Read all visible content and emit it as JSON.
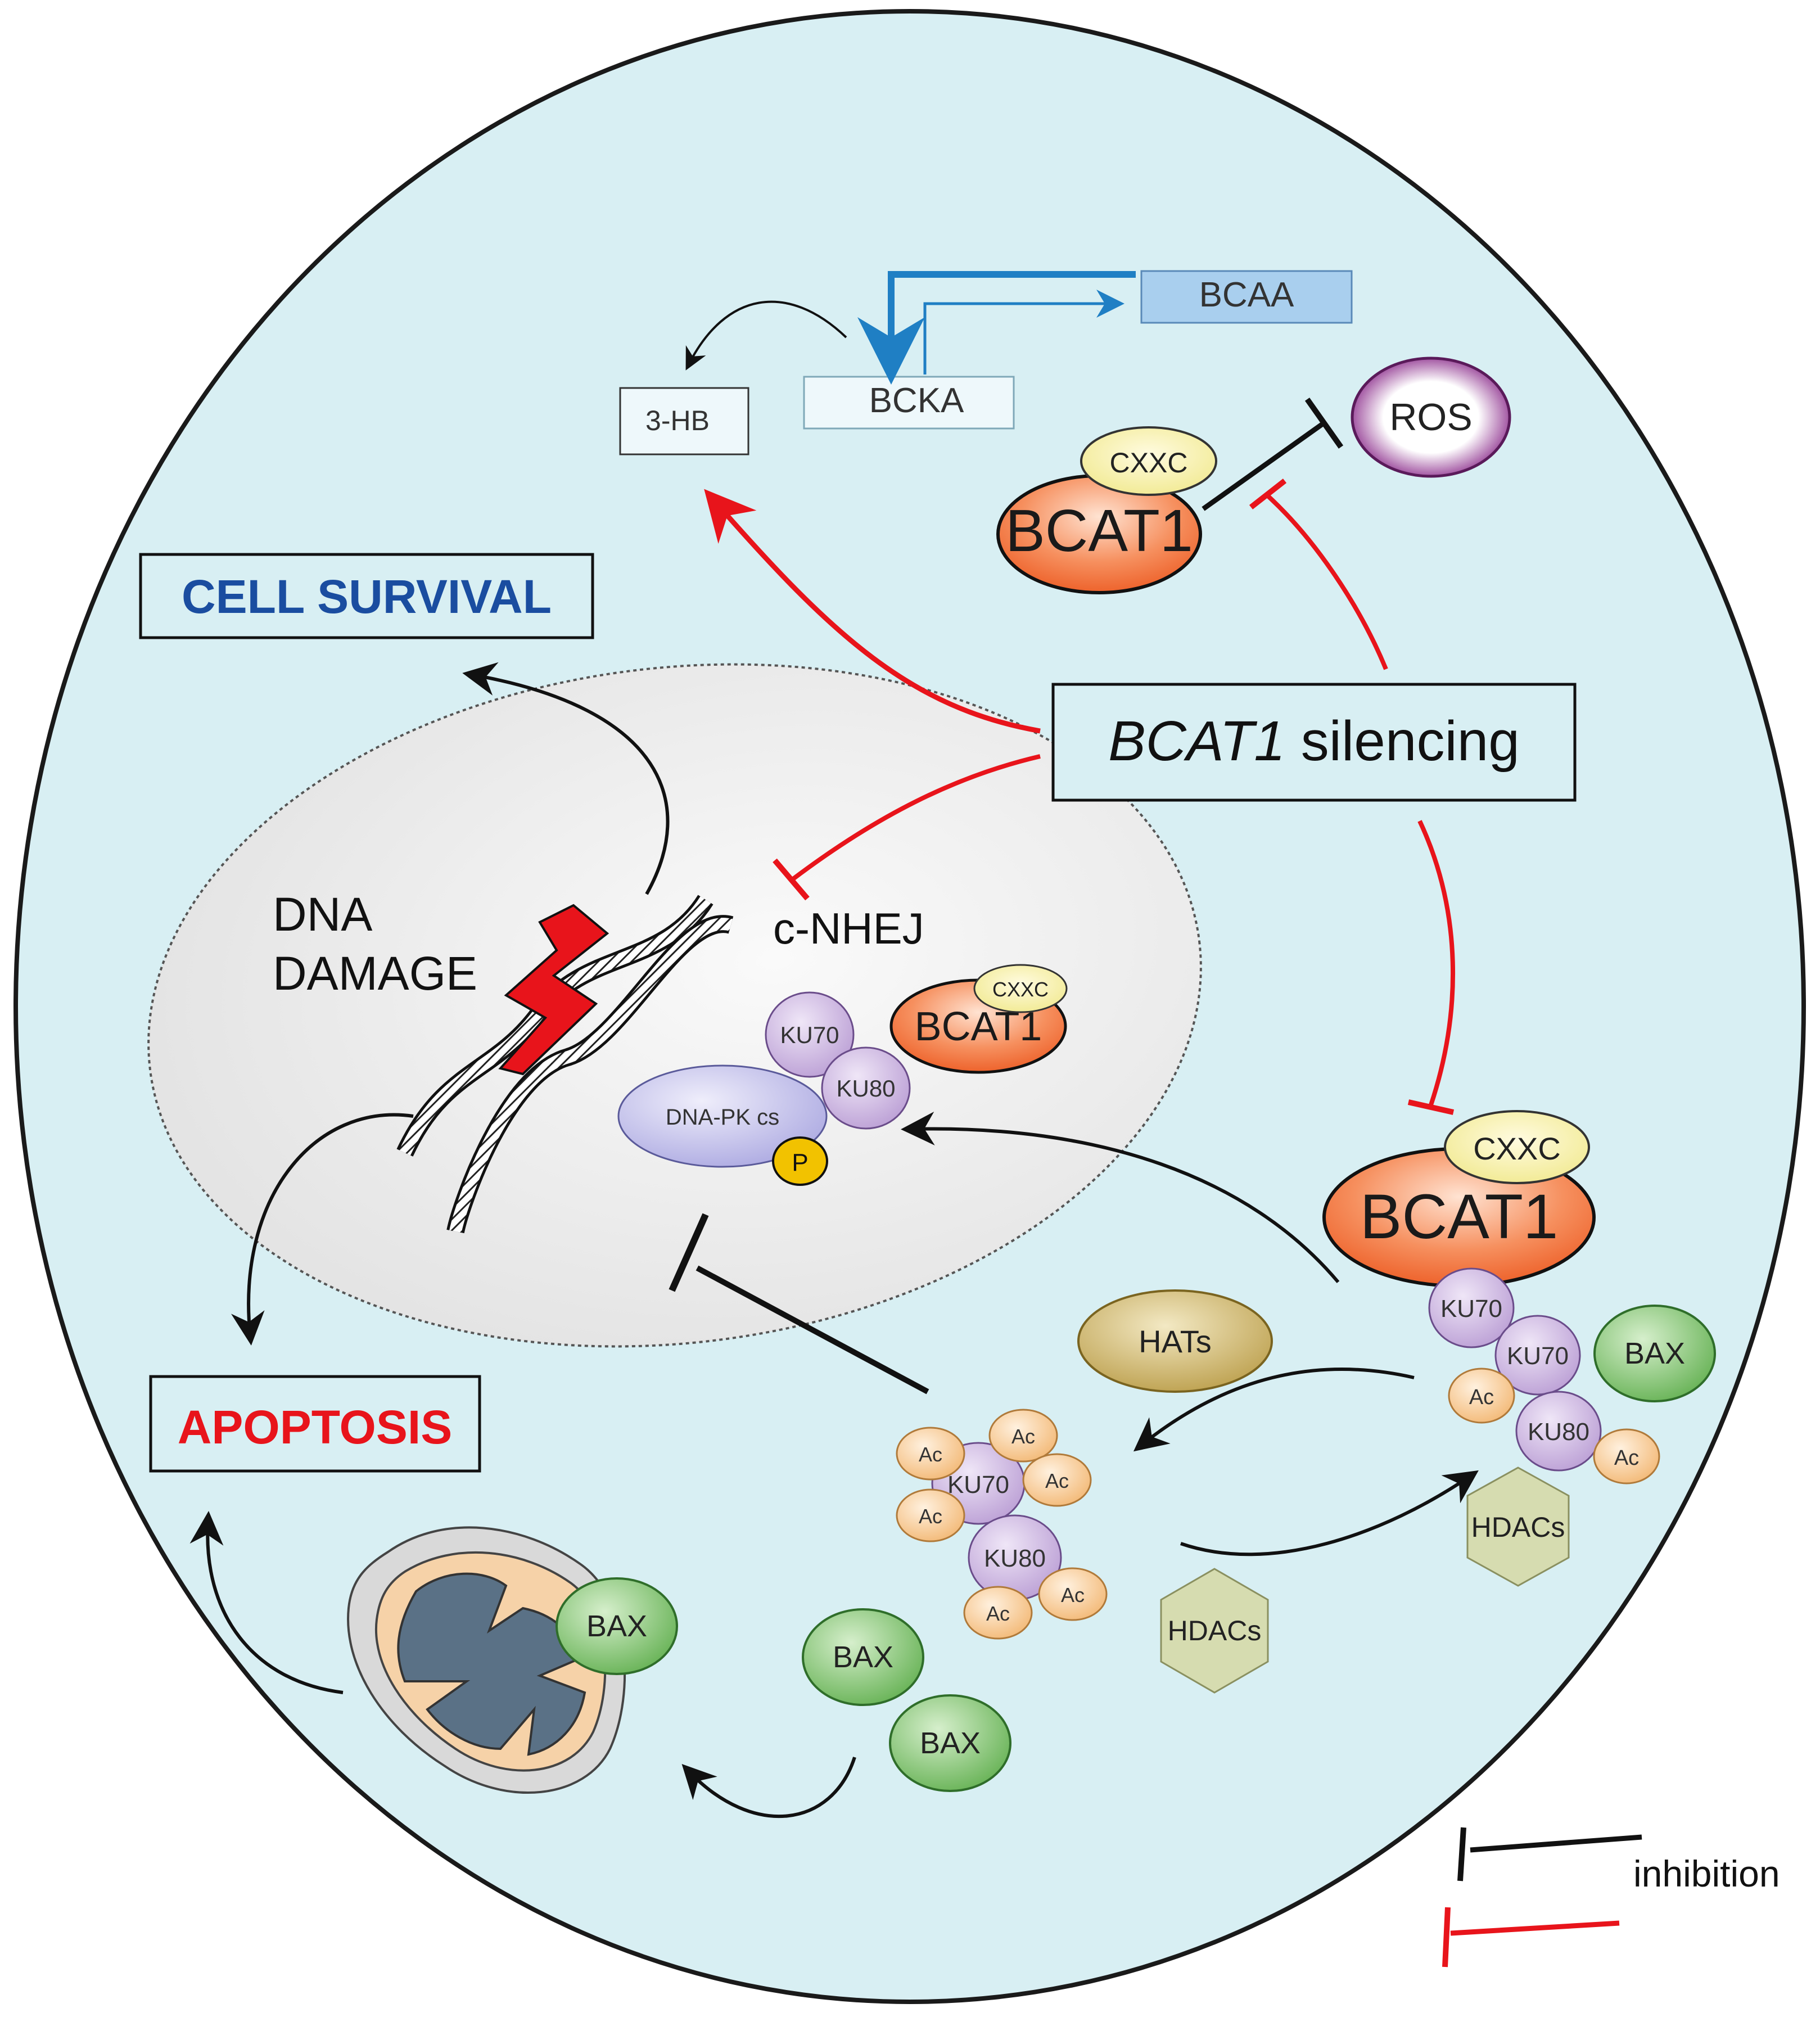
{
  "labels": {
    "bcaa": "BCAA",
    "bcka": "BCKA",
    "hb": "3-HB",
    "ros": "ROS",
    "cxxc": "CXXC",
    "bcat1": "BCAT1",
    "cell_survival": "CELL SURVIVAL",
    "silencing_gene": "BCAT1",
    "silencing_word": " silencing",
    "dna_line1": "DNA",
    "dna_line2": "DAMAGE",
    "cnhej": "c-NHEJ",
    "ku70": "KU70",
    "ku80": "KU80",
    "dnapk": "DNA-PK cs",
    "p": "P",
    "hats": "HATs",
    "bax": "BAX",
    "ac": "Ac",
    "hdacs": "HDACs",
    "apoptosis": "APOPTOSIS",
    "inhibition": "inhibition"
  },
  "colors": {
    "cell_fill": "#d8eff3",
    "nucleus_fill": "#eeeeee",
    "bcat1_fill": "#f26f3a",
    "cxxc_fill": "#f5f0a0",
    "ku_fill": "#c9b3dd",
    "ac_fill": "#f6c98f",
    "bax_fill": "#7dbf6a",
    "hats_fill": "#c8b060",
    "hdac_fill": "#d6dcb0",
    "dnapk_fill": "#c5c4ec",
    "p_fill": "#f2c200",
    "ros_fill": "#8a2a8a",
    "bcaa_fill": "#a9cfee",
    "red_arrow": "#e8141b",
    "blue_arrow": "#1f7fc4",
    "cell_survival_text": "#1a4da0",
    "apoptosis_text": "#e8141b"
  }
}
